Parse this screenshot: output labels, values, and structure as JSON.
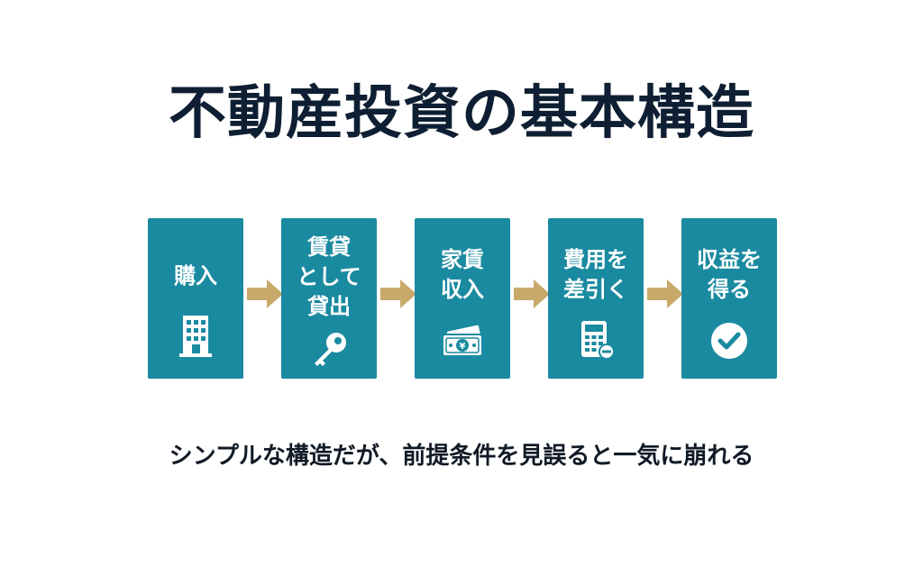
{
  "title": "不動産投資の基本構造",
  "steps": [
    {
      "label": "購入",
      "icon": "building-icon"
    },
    {
      "label": "賃貸\nとして\n貸出",
      "icon": "key-icon"
    },
    {
      "label": "家賃\n収入",
      "icon": "yen-bill-icon"
    },
    {
      "label": "費用を\n差引く",
      "icon": "calculator-minus-icon"
    },
    {
      "label": "収益を\n得る",
      "icon": "check-circle-icon"
    }
  ],
  "subtitle": "シンプルな構造だが、前提条件を見誤ると一気に崩れる",
  "colors": {
    "box": "#1a8aa0",
    "arrow": "#c9a96a",
    "title": "#0f1f33",
    "text": "#ffffff"
  }
}
